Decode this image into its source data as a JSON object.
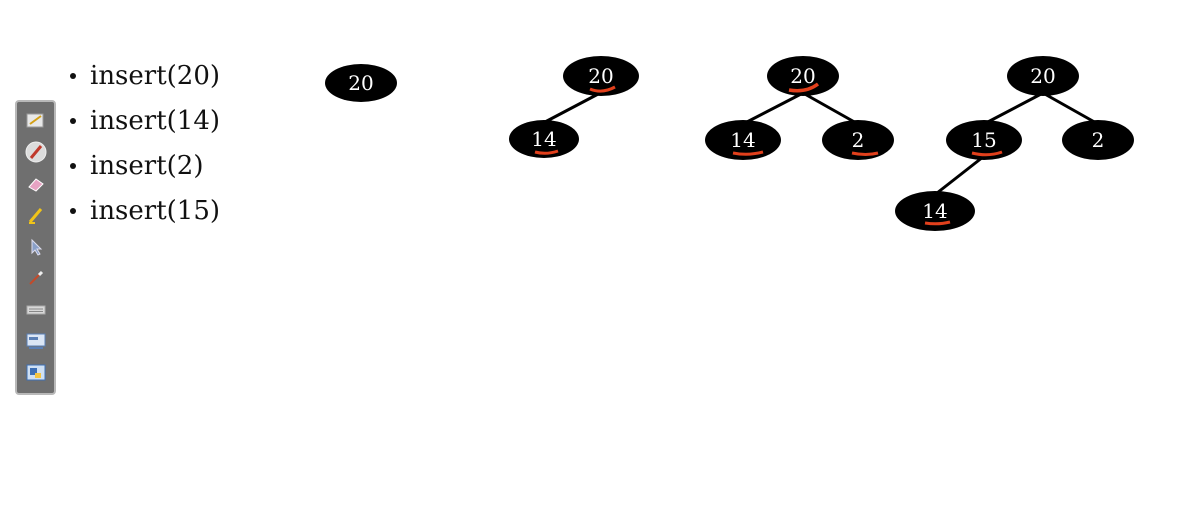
{
  "toolbar": {
    "tools": [
      {
        "name": "pen-panel-icon"
      },
      {
        "name": "pen-icon"
      },
      {
        "name": "eraser-icon"
      },
      {
        "name": "highlighter-icon"
      },
      {
        "name": "pointer-icon"
      },
      {
        "name": "brush-icon"
      },
      {
        "name": "keyboard-icon"
      },
      {
        "name": "screen-capture-icon"
      },
      {
        "name": "insert-object-icon"
      }
    ]
  },
  "operations": [
    {
      "label": "insert(20)"
    },
    {
      "label": "insert(14)"
    },
    {
      "label": "insert(2)"
    },
    {
      "label": "insert(15)"
    }
  ],
  "trees": [
    {
      "nodes": [
        {
          "label": "20"
        }
      ]
    },
    {
      "nodes": [
        {
          "label": "20"
        },
        {
          "label": "14"
        }
      ]
    },
    {
      "nodes": [
        {
          "label": "20"
        },
        {
          "label": "14"
        },
        {
          "label": "2"
        }
      ]
    },
    {
      "nodes": [
        {
          "label": "20"
        },
        {
          "label": "15"
        },
        {
          "label": "2"
        },
        {
          "label": "14"
        }
      ]
    }
  ],
  "colors": {
    "node_fill": "#000000",
    "node_text": "#ffffff",
    "edge": "#000000",
    "underline": "#e2401c",
    "toolbar_bg": "#6f6f6f"
  }
}
